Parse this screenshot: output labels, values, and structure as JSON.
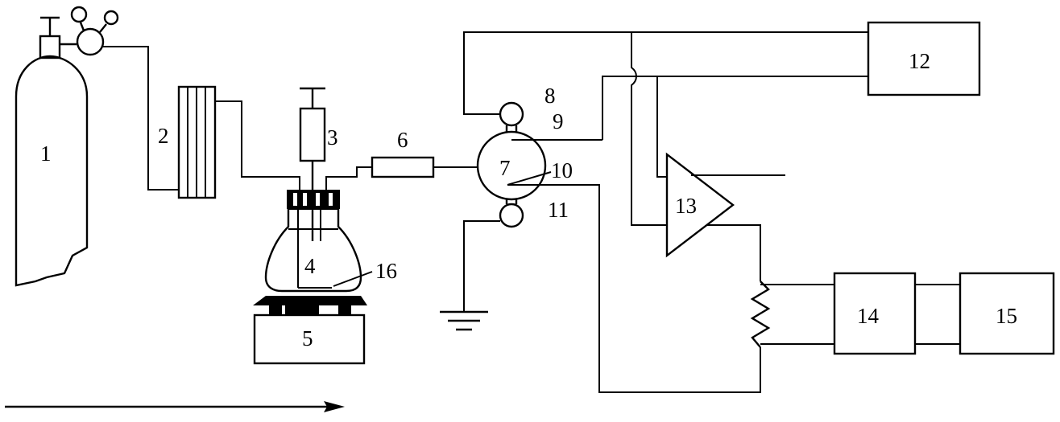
{
  "diagram": {
    "line_color": "#000000",
    "background": "#ffffff",
    "labels": {
      "l1": "1",
      "l2": "2",
      "l3": "3",
      "l4": "4",
      "l5": "5",
      "l6": "6",
      "l7": "7",
      "l8": "8",
      "l9": "9",
      "l10": "10",
      "l11": "11",
      "l12": "12",
      "l13": "13",
      "l14": "14",
      "l15": "15",
      "l16": "16"
    }
  }
}
